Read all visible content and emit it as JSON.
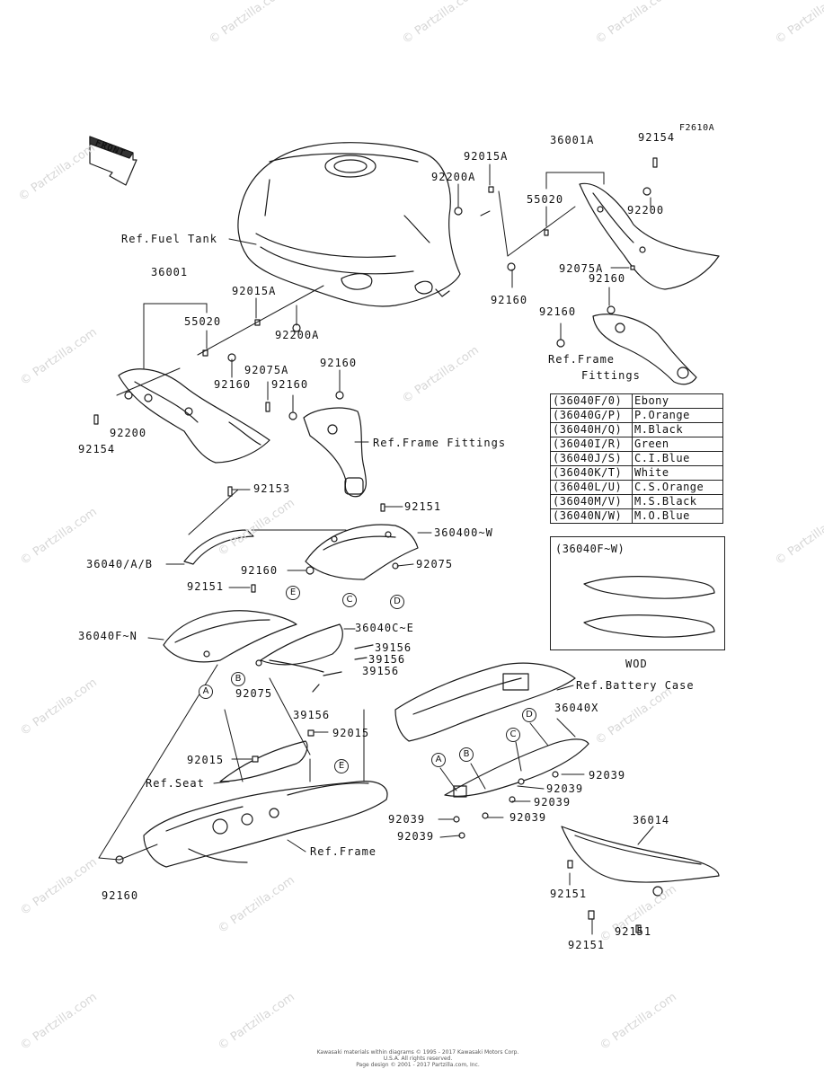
{
  "figure_code": "F2610A",
  "front_label": "FRONT",
  "watermark": "© Partzilla.com",
  "labels": {
    "ref_fuel_tank": "Ref.Fuel Tank",
    "p36001": "36001",
    "p55020_left": "55020",
    "p92015A_left": "92015A",
    "p92200A_left": "92200A",
    "p92075A_left": "92075A",
    "p92160_left1": "92160",
    "p92160_left2": "92160",
    "p92160_left3": "92160",
    "p92200_left": "92200",
    "p92154_left": "92154",
    "ref_frame_fittings_left": "Ref.Frame Fittings",
    "p92200A_center": "92200A",
    "p92015A_center": "92015A",
    "p92160_center": "92160",
    "p36001A": "36001A",
    "p92154_right": "92154",
    "p55020_right": "55020",
    "p92200_right": "92200",
    "p92075A_right": "92075A",
    "p92160_right1": "92160",
    "p92160_right2": "92160",
    "ref_frame_right_1": "Ref.Frame",
    "ref_frame_right_2": "Fittings",
    "p92153": "92153",
    "p92151_a": "92151",
    "p360400W": "360400~W",
    "p36040AB": "36040/A/B",
    "p92160_mid": "92160",
    "p92075_a": "92075",
    "p92151_b": "92151",
    "p36040FN": "36040F~N",
    "p36040CE": "36040C~E",
    "p39156_a": "39156",
    "p39156_b": "39156",
    "p39156_c": "39156",
    "p92075_b": "92075",
    "p39156_d": "39156",
    "p92015_a": "92015",
    "p92015_b": "92015",
    "ref_seat": "Ref.Seat",
    "ref_frame": "Ref.Frame",
    "p92160_bottom": "92160",
    "ref_battery_case": "Ref.Battery Case",
    "p36040X": "36040X",
    "p92039_a": "92039",
    "p92039_b": "92039",
    "p92039_c": "92039",
    "p92039_d": "92039",
    "p92039_e": "92039",
    "p92039_f": "92039",
    "p36014": "36014",
    "p92151_c": "92151",
    "p92151_d": "92151",
    "p92151_e": "92151"
  },
  "callouts": {
    "A1": "A",
    "B1": "B",
    "C1": "C",
    "D1": "D",
    "E1": "E",
    "A2": "A",
    "B2": "B",
    "C2": "C",
    "D2": "D",
    "E2": "E"
  },
  "color_table": [
    {
      "code": "(36040F/0)",
      "color": "Ebony"
    },
    {
      "code": "(36040G/P)",
      "color": "P.Orange"
    },
    {
      "code": "(36040H/Q)",
      "color": "M.Black"
    },
    {
      "code": "(36040I/R)",
      "color": "Green"
    },
    {
      "code": "(36040J/S)",
      "color": "C.I.Blue"
    },
    {
      "code": "(36040K/T)",
      "color": "White"
    },
    {
      "code": "(36040L/U)",
      "color": "C.S.Orange"
    },
    {
      "code": "(36040M/V)",
      "color": "M.S.Black"
    },
    {
      "code": "(36040N/W)",
      "color": "M.O.Blue"
    }
  ],
  "wod_box": {
    "title": "(36040F~W)",
    "caption": "WOD"
  },
  "footer": {
    "line1": "Kawasaki materials within diagrams © 1995 - 2017 Kawasaki Motors Corp. U.S.A. All rights reserved.",
    "line2": "Page design © 2001 - 2017 Partzilla.com, Inc."
  }
}
